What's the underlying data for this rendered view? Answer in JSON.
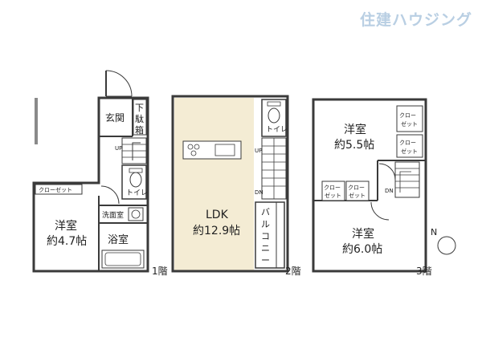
{
  "brand": {
    "logo_text": "住建ハウジング"
  },
  "floors": {
    "f1": {
      "label": "1階",
      "genkan": "玄関",
      "shoe_cabinet": [
        "下",
        "駄",
        "箱"
      ],
      "up": "UP",
      "toilet": "トイレ",
      "closet": "クローゼット",
      "room_name": "洋室",
      "room_size": "約4.7帖",
      "washroom": "洗面室",
      "bathroom": "浴室"
    },
    "f2": {
      "label": "2階",
      "ldk_name": "LDK",
      "ldk_size": "約12.9帖",
      "toilet": "トイレ",
      "up": "UP",
      "dn": "DN",
      "balcony": [
        "バ",
        "ル",
        "コ",
        "ニ",
        "ー"
      ]
    },
    "f3": {
      "label": "3階",
      "room_a_name": "洋室",
      "room_a_size": "約5.5帖",
      "room_b_name": "洋室",
      "room_b_size": "約6.0帖",
      "closet_lines": [
        "クロー",
        "ゼット"
      ],
      "dn": "DN"
    }
  },
  "compass": {
    "north": "N"
  },
  "colors": {
    "ldk_floor": "#f4ecd4",
    "wall": "#3a3a3a",
    "logo": "#b9cfe3"
  }
}
